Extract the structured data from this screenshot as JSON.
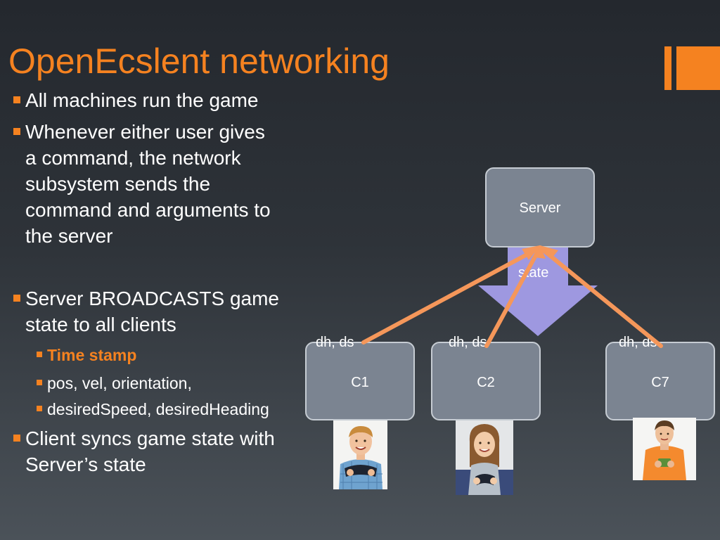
{
  "title": "OpenEcslent networking",
  "bullets": [
    {
      "text": "All machines run the game"
    },
    {
      "lines": [
        "Whenever either user gives",
        "a command, the network",
        "subsystem sends the",
        "command and arguments to",
        "the server"
      ]
    },
    {
      "lines": [
        "Server BROADCASTS game",
        "state to all clients"
      ]
    },
    {
      "text": "Time stamp"
    },
    {
      "text": "pos, vel, orientation,"
    },
    {
      "text": "desiredSpeed, desiredHeading"
    },
    {
      "lines": [
        "Client syncs game state with",
        "Server’s state"
      ]
    }
  ],
  "diagram": {
    "server_label": "Server",
    "state_label": "state",
    "clients": [
      {
        "label": "C1",
        "tag": "dh, ds"
      },
      {
        "label": "C2",
        "tag": "dh, ds"
      },
      {
        "label": "C7",
        "tag": "dh, ds"
      }
    ],
    "colors": {
      "arrow": "#f5975a",
      "state_arrow": "#9e98e0",
      "box": "#7b8491",
      "accent": "#f58220"
    }
  }
}
